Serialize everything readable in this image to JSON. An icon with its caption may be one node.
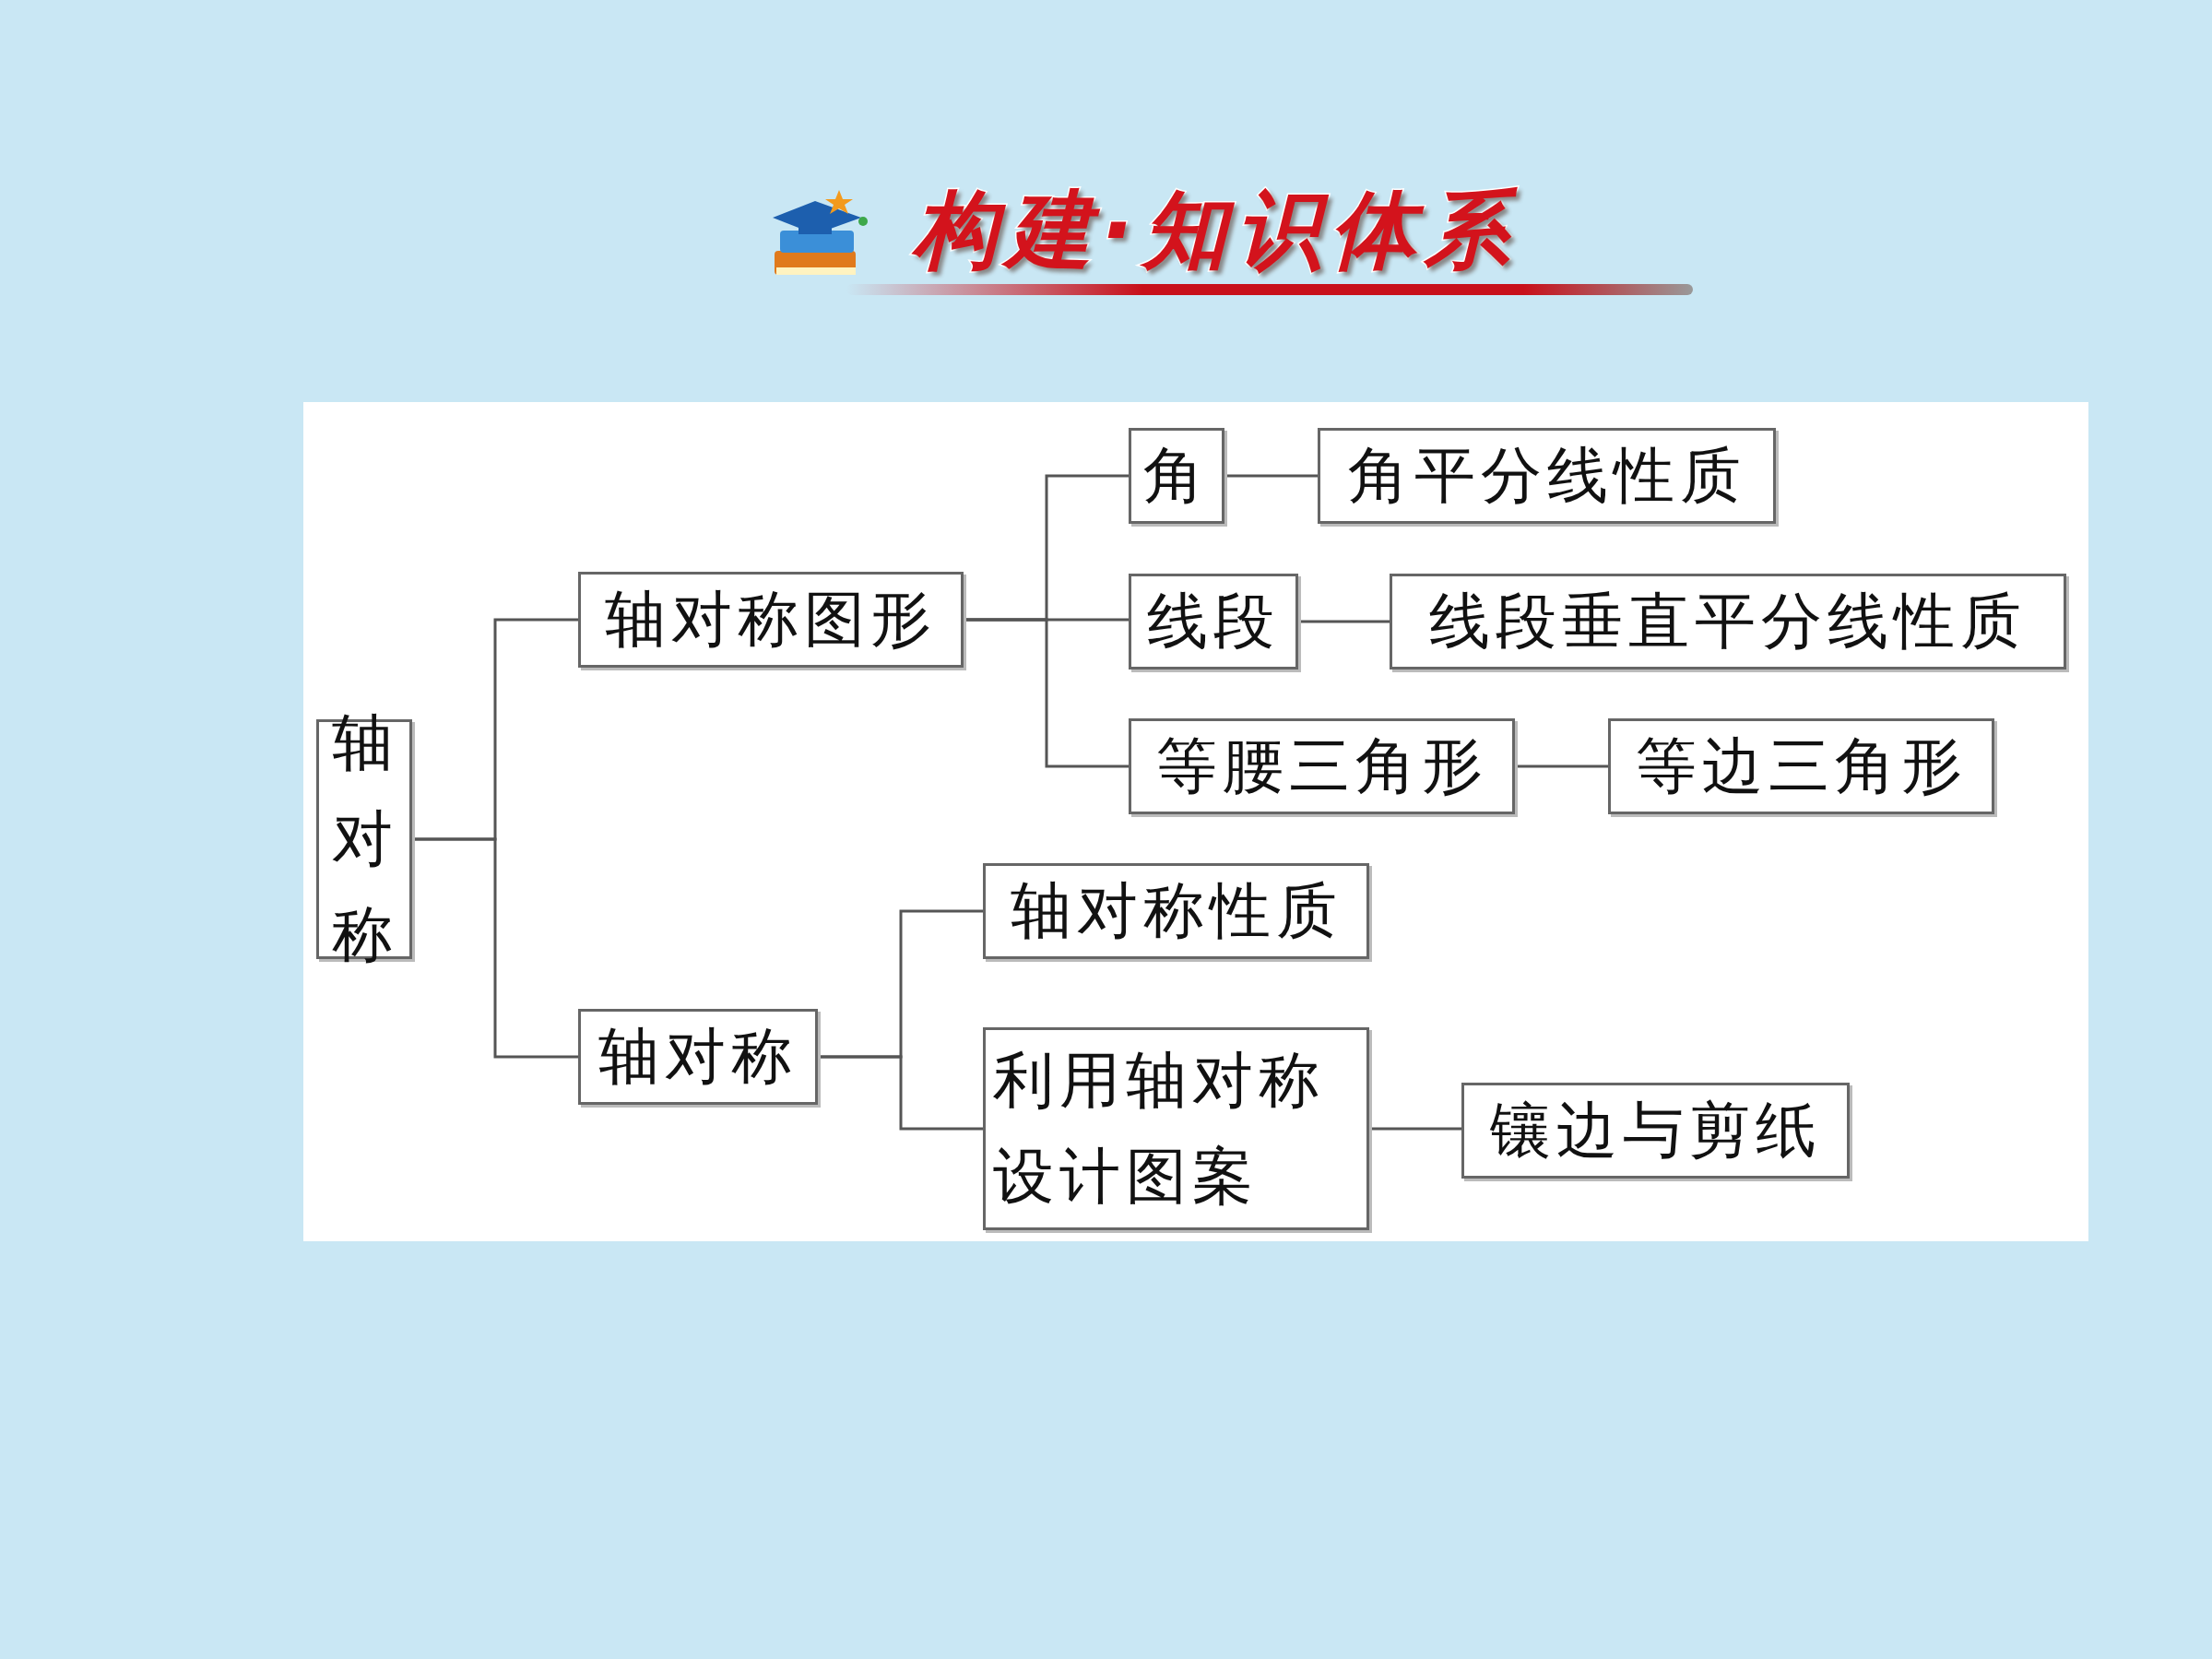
{
  "diagram": {
    "title": "构建·知识体系",
    "nodes": [
      {
        "text": [
          "轴对称"
        ]
      },
      {
        "text": [
          "轴对称图形"
        ]
      },
      {
        "text": [
          "轴对称"
        ]
      },
      {
        "text": [
          "角"
        ]
      },
      {
        "text": [
          "角平分线性质"
        ]
      },
      {
        "text": [
          "线段"
        ]
      },
      {
        "text": [
          "线段垂直平分线性质"
        ]
      },
      {
        "text": [
          "等腰三角形"
        ]
      },
      {
        "text": [
          "等边三角形"
        ]
      },
      {
        "text": [
          "轴对称性质"
        ]
      },
      {
        "text": [
          "利用轴对称设计图案"
        ]
      },
      {
        "text": [
          "镶边与剪纸"
        ]
      }
    ],
    "edges": [
      {
        "from": 0,
        "to": 1,
        "arrow": "none"
      },
      {
        "from": 0,
        "to": 2,
        "arrow": "none"
      },
      {
        "from": 1,
        "to": 3,
        "arrow": "none"
      },
      {
        "from": 1,
        "to": 5,
        "arrow": "none"
      },
      {
        "from": 1,
        "to": 7,
        "arrow": "none"
      },
      {
        "from": 3,
        "to": 4,
        "arrow": "none"
      },
      {
        "from": 5,
        "to": 6,
        "arrow": "none"
      },
      {
        "from": 7,
        "to": 8,
        "arrow": "none"
      },
      {
        "from": 2,
        "to": 9,
        "arrow": "none"
      },
      {
        "from": 2,
        "to": 10,
        "arrow": "none"
      },
      {
        "from": 10,
        "to": 11,
        "arrow": "none"
      }
    ]
  }
}
